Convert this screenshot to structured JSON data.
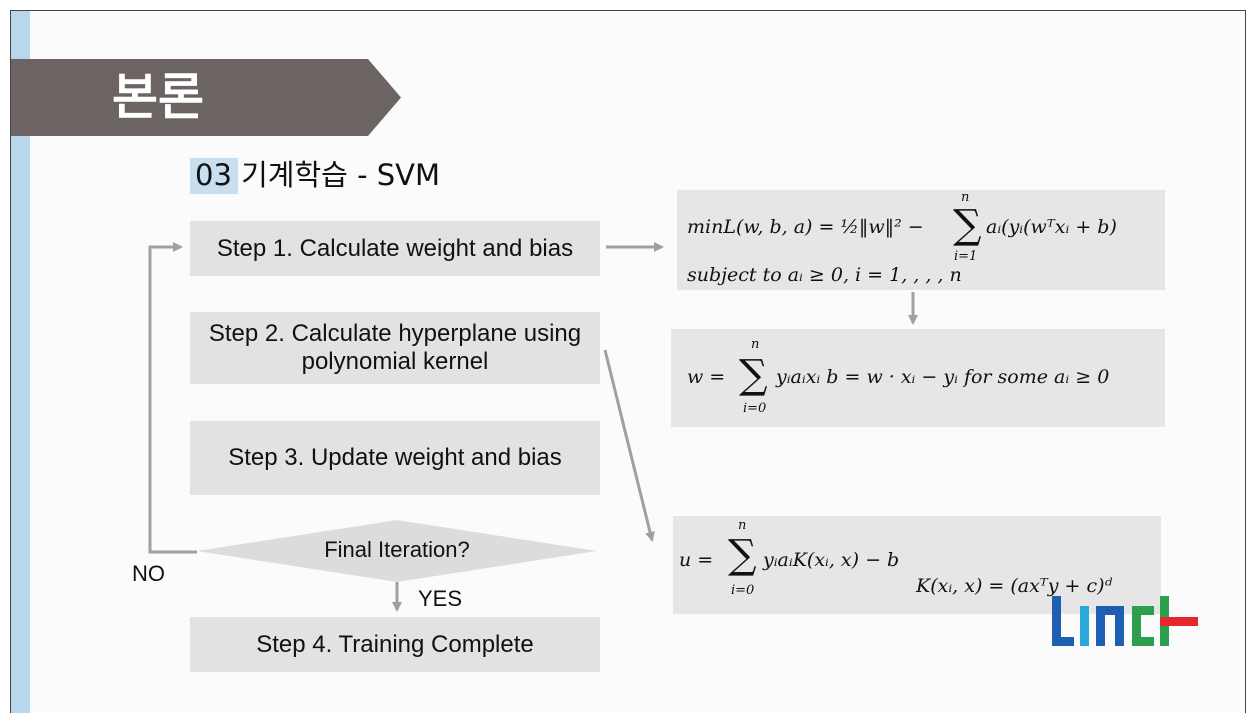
{
  "header": {
    "title": "본론",
    "section_number": "03",
    "section_title": " 기계학습 - SVM"
  },
  "flowchart": {
    "step1": "Step 1. Calculate weight and bias",
    "step2": "Step 2. Calculate hyperplane using polynomial kernel",
    "step3": "Step 3. Update weight and bias",
    "decision": "Final Iteration?",
    "step4": "Step 4. Training Complete",
    "no_label": "NO",
    "yes_label": "YES"
  },
  "formulas": {
    "f1_line1": "minL(w, b, a) = ½‖w‖² −",
    "f1_sigma_top": "n",
    "f1_sigma_bottom": "i=1",
    "f1_line1_tail": "aᵢ(yᵢ(wᵀxᵢ + b)",
    "f1_line2": "subject to aᵢ ≥ 0, i = 1, , , , n",
    "f2_lhs": "w =",
    "f2_sigma_top": "n",
    "f2_sigma_bottom": "i=0",
    "f2_rhs": "yᵢaᵢxᵢ  b = w · xᵢ − yᵢ for some aᵢ ≥ 0",
    "f3_lhs": "u =",
    "f3_sigma_top": "n",
    "f3_sigma_bottom": "i=0",
    "f3_rhs": "yᵢaᵢK(xᵢ, x) − b",
    "f3_kernel": "K(xᵢ, x) = (axᵀy + c)ᵈ"
  },
  "logo": {
    "text": "LINC+",
    "colors": [
      "#1f5fb3",
      "#2aa8d8",
      "#2e9e4f",
      "#e8262d"
    ]
  },
  "colors": {
    "banner": "#6b6462",
    "step_fill": "#e2e2e2",
    "arrow": "#a0a0a0",
    "accent": "#b8d6ec"
  }
}
